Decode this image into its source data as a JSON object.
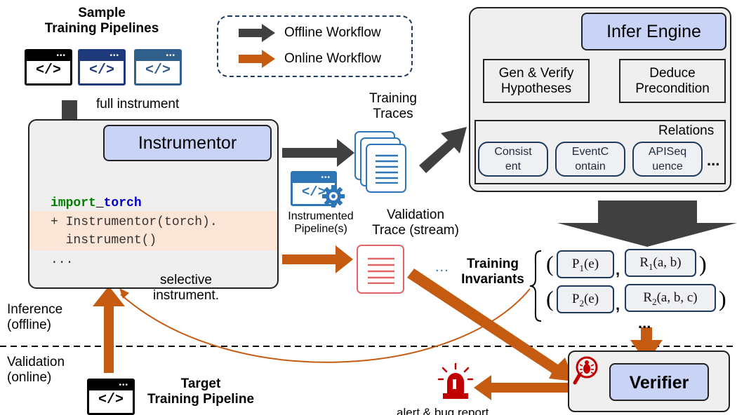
{
  "sample_pipelines": {
    "title_line1": "Sample",
    "title_line2": "Training Pipelines",
    "code_glyph": "</>",
    "full_instrument": "full instrument"
  },
  "legend": {
    "offline": "Offline Workflow",
    "online": "Online Workflow"
  },
  "instrumentor": {
    "title": "Instrumentor",
    "code_line1_keyword": "import",
    "code_line1_sep": " ",
    "code_line1_module": "torch",
    "code_line2": "+ Instrumentor(torch).",
    "code_line3": "  instrument()",
    "code_line4": "...",
    "selective_line1": "selective",
    "selective_line2": "instrument."
  },
  "instrumented_pipeline": {
    "line1": "Instrumented",
    "line2": "Pipeline(s)"
  },
  "training_traces": {
    "line1": "Training",
    "line2": "Traces"
  },
  "validation_trace": {
    "line1": "Validation",
    "line2": "Trace (stream)",
    "ellipsis": "..."
  },
  "infer_engine": {
    "title": "Infer Engine",
    "gen_verify_line1": "Gen & Verify",
    "gen_verify_line2": "Hypotheses",
    "deduce_line1": "Deduce",
    "deduce_line2": "Precondition",
    "relations_title": "Relations",
    "relations": [
      {
        "line1": "Consist",
        "line2": "ent"
      },
      {
        "line1": "EventC",
        "line2": "ontain"
      },
      {
        "line1": "APISeq",
        "line2": "uence"
      }
    ],
    "relations_more": "..."
  },
  "invariants": {
    "label_line1": "Training",
    "label_line2": "Invariants",
    "rows": [
      {
        "p_base": "P",
        "p_sub": "1",
        "p_arg": "(e)",
        "r_base": "R",
        "r_sub": "1",
        "r_arg": "(a, b)"
      },
      {
        "p_base": "P",
        "p_sub": "2",
        "p_arg": "(e)",
        "r_base": "R",
        "r_sub": "2",
        "r_arg": "(a, b, c)"
      }
    ],
    "more": "...",
    "open_paren": "(",
    "close_paren": ")",
    "comma": ","
  },
  "phases": {
    "inference_line1": "Inference",
    "inference_line2": "(offline)",
    "validation_line1": "Validation",
    "validation_line2": "(online)"
  },
  "target": {
    "line1": "Target",
    "line2": "Training Pipeline",
    "code_glyph": "</>"
  },
  "verifier": {
    "title": "Verifier"
  },
  "alert": {
    "label": "alert & bug report"
  },
  "colors": {
    "offline_arrow": "#404040",
    "online_arrow": "#c55a11",
    "title_box_fill": "#c9d3f5",
    "panel_fill": "#efefef",
    "trace_blue": "#2e75b6",
    "trace_red": "#e06666",
    "code_highlight": "#fbe5d6",
    "keyword_green": "#008000",
    "module_blue": "#0000cc",
    "window_black": "#000000",
    "window_navy": "#1f3a7a",
    "window_steel": "#2f5f8a",
    "alert_red": "#c00000"
  },
  "icons": {
    "pipeline_window": "code-window-icon",
    "instrumented_badge": "gear-icon",
    "verifier_badge": "bug-icon",
    "alert": "alarm-light-icon"
  }
}
